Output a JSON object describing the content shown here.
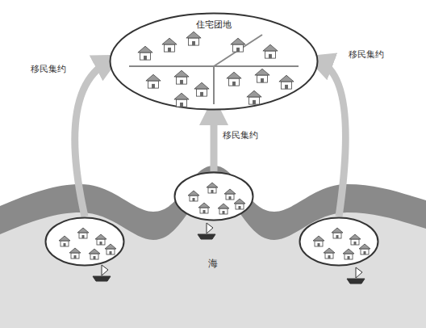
{
  "diagram": {
    "nodes": [
      {
        "text": [
          "住宅团地"
        ]
      },
      {
        "text": []
      },
      {
        "text": []
      },
      {
        "text": []
      }
    ],
    "edges": [
      {
        "from": 1,
        "to": 0,
        "arrow": "to",
        "label": "移民集约"
      },
      {
        "from": 2,
        "to": 0,
        "arrow": "to",
        "label": "移民集约"
      },
      {
        "from": 3,
        "to": 0,
        "arrow": "to",
        "label": "移民集约"
      }
    ],
    "labels": [
      "海"
    ]
  }
}
